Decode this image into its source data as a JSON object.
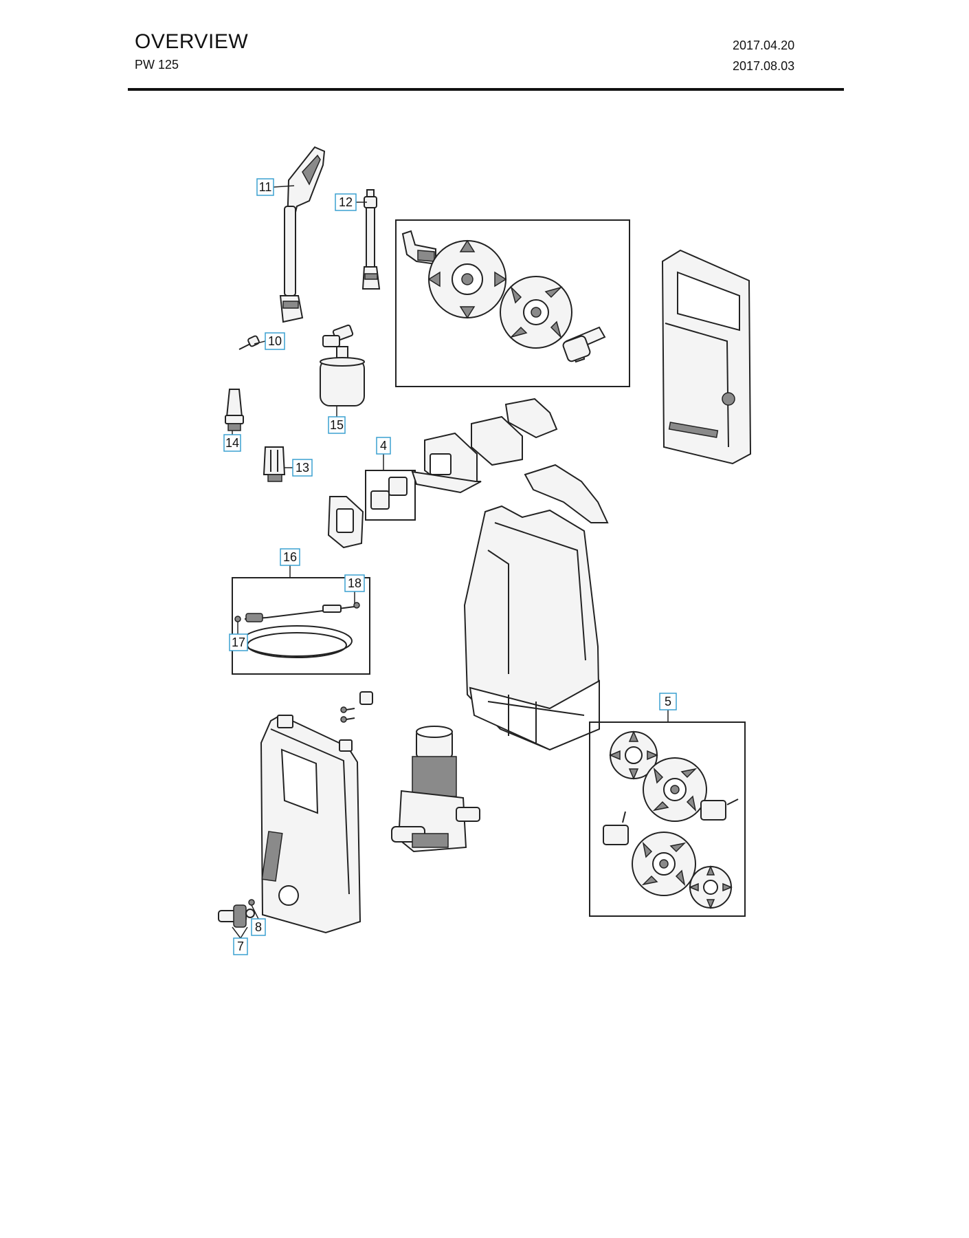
{
  "header": {
    "title": "OVERVIEW",
    "model": "PW 125",
    "date_issued": "2017.04.20",
    "date_revised": "2017.08.03"
  },
  "callouts": [
    {
      "id": "c11",
      "label": "11"
    },
    {
      "id": "c12",
      "label": "12"
    },
    {
      "id": "c10",
      "label": "10"
    },
    {
      "id": "c15",
      "label": "15"
    },
    {
      "id": "c14",
      "label": "14"
    },
    {
      "id": "c13",
      "label": "13"
    },
    {
      "id": "c4",
      "label": "4"
    },
    {
      "id": "c16",
      "label": "16"
    },
    {
      "id": "c18",
      "label": "18"
    },
    {
      "id": "c17",
      "label": "17"
    },
    {
      "id": "c5",
      "label": "5"
    },
    {
      "id": "c8",
      "label": "8"
    },
    {
      "id": "c7",
      "label": "7"
    }
  ],
  "colors": {
    "callout_border": "#3aa0d0",
    "line": "#222222"
  }
}
